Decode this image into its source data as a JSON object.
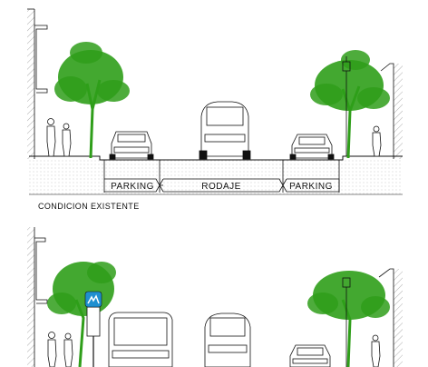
{
  "sections": [
    {
      "caption": "CONDICION EXISTENTE",
      "zones": [
        {
          "label": "PARKING"
        },
        {
          "label": "RODAJE"
        },
        {
          "label": "PARKING"
        }
      ]
    },
    {
      "caption": ""
    }
  ],
  "colors": {
    "tree": "#2f9e1a",
    "line": "#111111",
    "hatch": "#9a9a9a",
    "sign": "#1f8fd0"
  }
}
